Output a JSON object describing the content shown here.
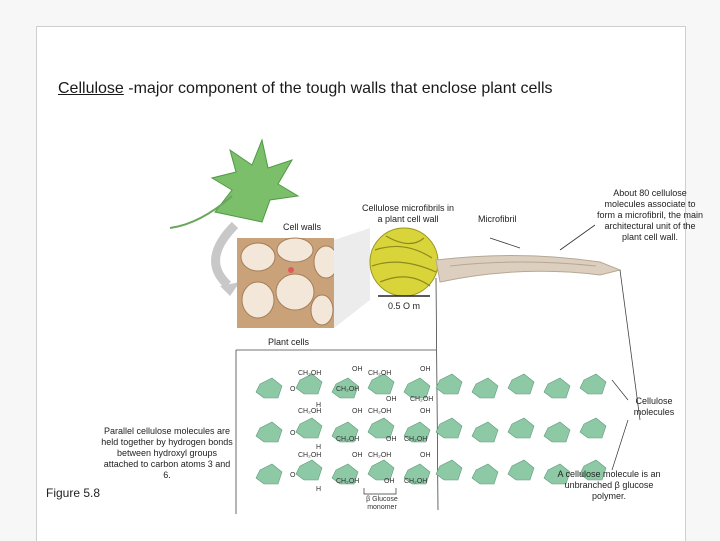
{
  "title": {
    "keyword": "Cellulose",
    "rest": " -major component of the tough walls that enclose plant cells"
  },
  "labels": {
    "cell_walls": "Cell walls",
    "microfibrils": "Cellulose microfibrils in a plant cell wall",
    "microfibril": "Microfibril",
    "about80": "About 80 cellulose molecules associate to form a microfibril, the main architectural unit of the plant cell wall.",
    "scale": "0.5 Ο m",
    "plant_cells": "Plant cells",
    "parallel": "Parallel cellulose molecules are held together by hydrogen bonds between hydroxyl groups attached to carbon atoms 3 and 6.",
    "cellulose_molecules": "Cellulose molecules",
    "unbranched": "A cellulose molecule is an unbranched β glucose polymer.",
    "glucose_monomer": "β Glucose monomer",
    "figure": "Figure 5.8"
  },
  "chem": {
    "ch2oh": "CH₂OH",
    "oh": "OH",
    "o": "O",
    "h": "H"
  },
  "colors": {
    "leaf": "#7bbf6a",
    "fibril_yellow": "#d9d43a",
    "glucose_green": "#8ec9a6",
    "cell_brown": "#c9a27a"
  }
}
